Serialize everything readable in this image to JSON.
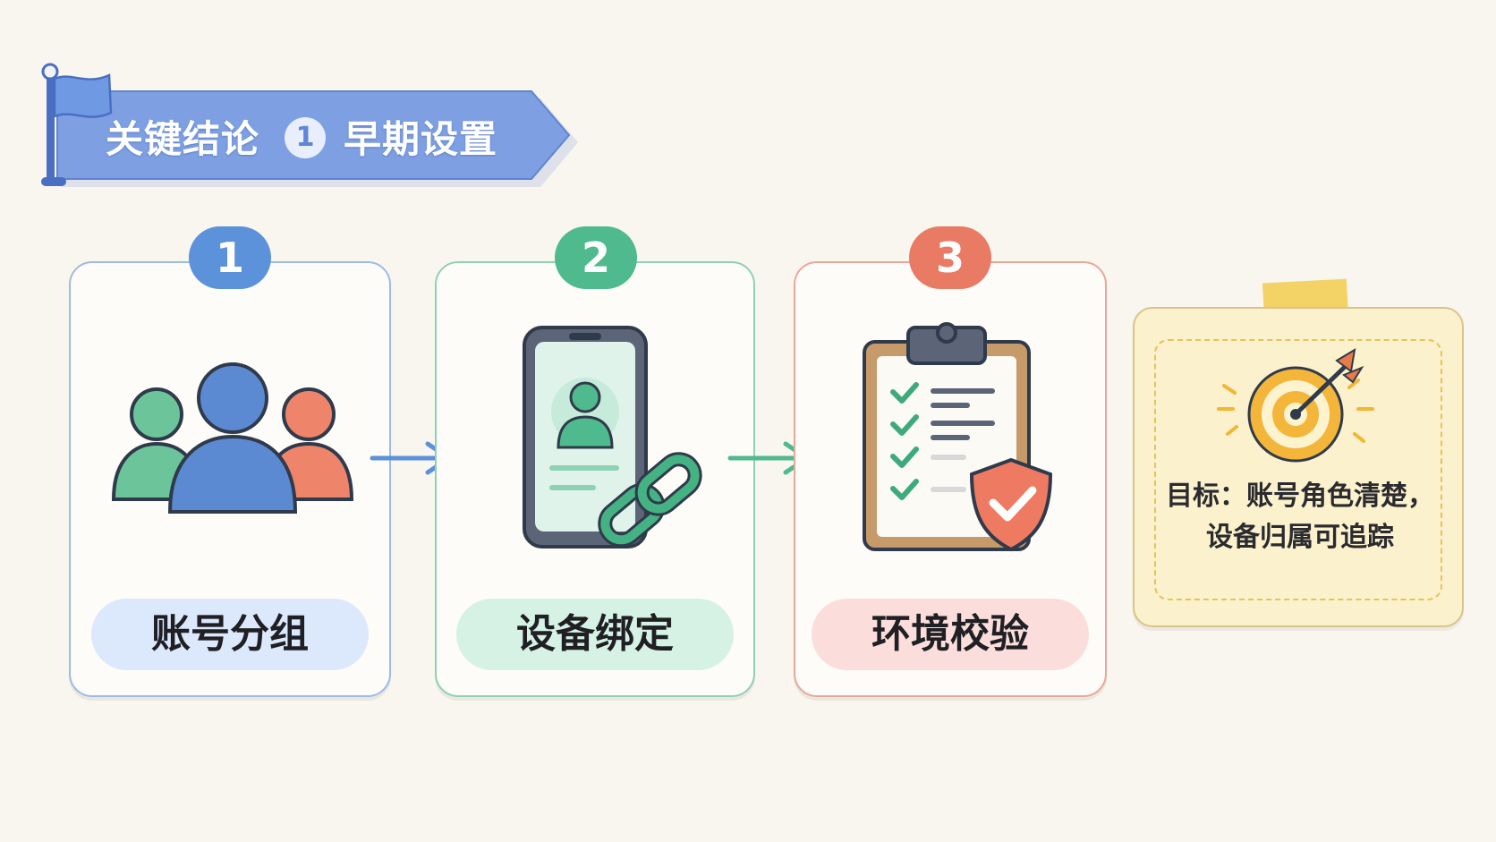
{
  "banner": {
    "title": "关键结论",
    "badge": "1",
    "subtitle": "早期设置",
    "color": "#6f93de"
  },
  "steps": [
    {
      "number": "1",
      "label": "账号分组",
      "color": "#5b92d9",
      "label_bg": "#dce8fb",
      "icon": "people-group-icon"
    },
    {
      "number": "2",
      "label": "设备绑定",
      "color": "#4fba8e",
      "label_bg": "#d6f2e4",
      "icon": "phone-link-icon"
    },
    {
      "number": "3",
      "label": "环境校验",
      "color": "#e97a63",
      "label_bg": "#fbdedb",
      "icon": "clipboard-shield-icon"
    }
  ],
  "note": {
    "line1": "目标：账号角色清楚，",
    "line2": "设备归属可追踪",
    "icon": "target-arrow-icon",
    "accent": "#f2b632"
  }
}
